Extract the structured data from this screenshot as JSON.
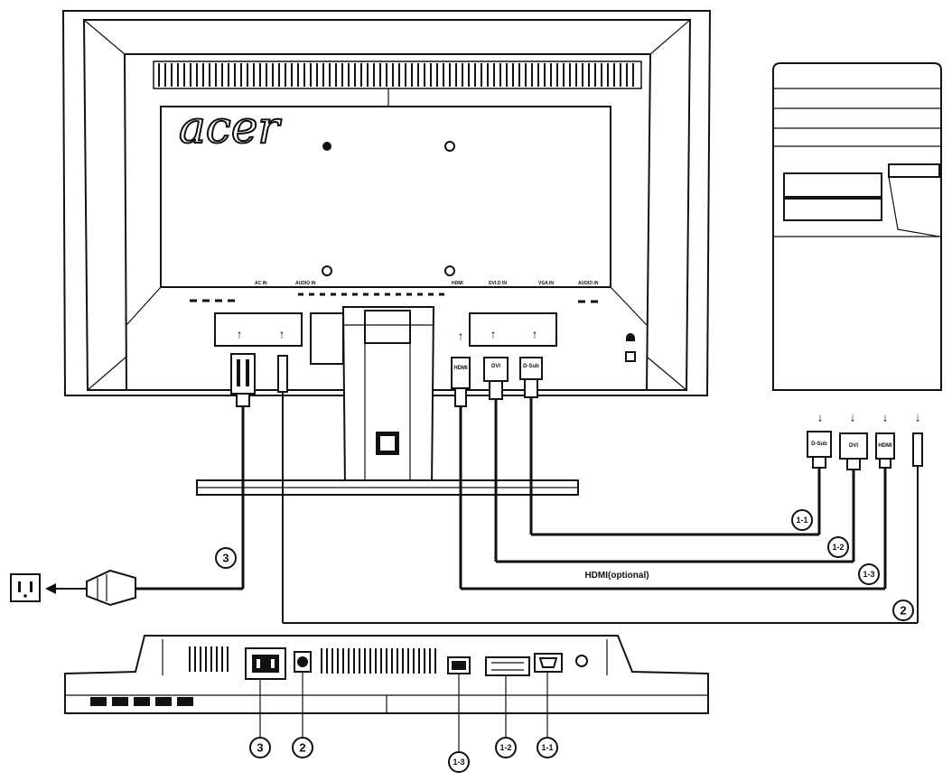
{
  "brand": {
    "logo_text": "acer"
  },
  "monitor_labels": {
    "ac_in": "AC IN",
    "audio_in": "AUDIO IN",
    "hdmi": "HDMI",
    "dvi_d_in": "DVI-D IN",
    "vga_in": "VGA IN",
    "audio_in_right": "AUDIO IN"
  },
  "port_labels": {
    "hdmi": "HDMI",
    "dvi": "DVI",
    "dsub": "D-Sub"
  },
  "hdmi_note": "HDMI(optional)",
  "callouts": {
    "c1_1": "1-1",
    "c1_2": "1-2",
    "c1_3": "1-3",
    "c2": "2",
    "c3": "3"
  },
  "icons": {
    "power_outlet": "power-outlet-icon",
    "lock": "lock-icon",
    "arrows": "arrow-icon"
  }
}
